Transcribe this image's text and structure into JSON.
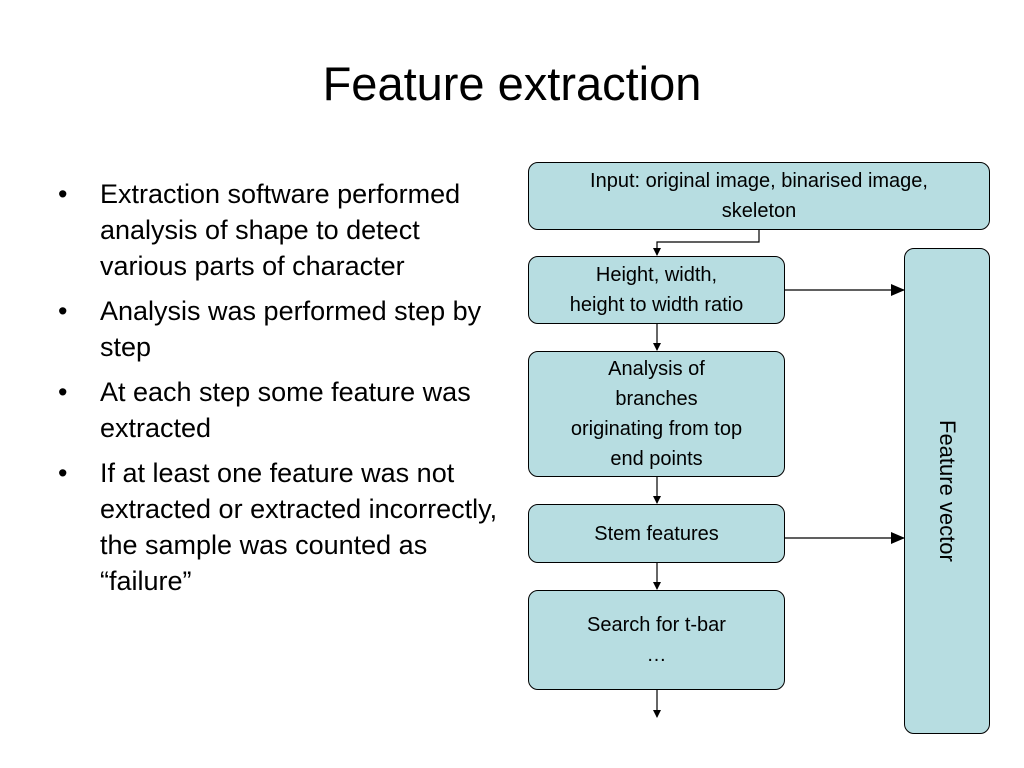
{
  "slide": {
    "title": "Feature extraction",
    "bullets": [
      "Extraction software performed analysis of shape to detect various parts of character",
      "Analysis was performed step by step",
      "At each step some feature was extracted",
      "If at least one feature was not extracted or extracted incorrectly, the sample was counted as “failure”"
    ],
    "bullet_symbol": "•"
  },
  "diagram": {
    "input_box": "Input: original image, binarised image,\nskeleton",
    "height_width_box": "Height, width,\nheight to width ratio",
    "branches_box": "Analysis of\nbranches\noriginating from top\nend points",
    "stem_box": "Stem features",
    "tbar_box": "Search for t-bar\n…",
    "feature_vector_box": "Feature vector"
  }
}
